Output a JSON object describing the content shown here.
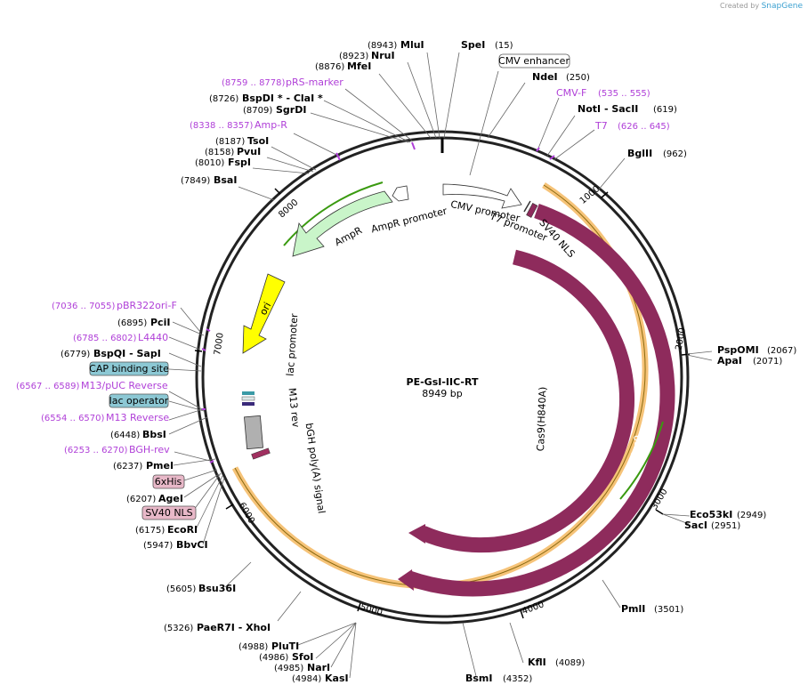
{
  "watermark": {
    "prefix": "Created by",
    "brand": "SnapGene"
  },
  "plasmid": {
    "name": "PE-GsI-IIC-RT",
    "length": "8949 bp"
  },
  "tick_labels": [
    "1000",
    "2000",
    "3000",
    "4000",
    "5000",
    "6000",
    "7000",
    "8000"
  ],
  "enzymes": [
    {
      "name": "MluI",
      "pos": "(8943)"
    },
    {
      "name": "SpeI",
      "pos": "(15)"
    },
    {
      "name": "NruI",
      "pos": "(8923)"
    },
    {
      "name": "MfeI",
      "pos": "(8876)"
    },
    {
      "name": "NdeI",
      "pos": "(250)"
    },
    {
      "name": "BspDI * - ClaI *",
      "pos": "(8726)"
    },
    {
      "name": "SgrDI",
      "pos": "(8709)"
    },
    {
      "name": "NotI - SacII",
      "pos": "(619)"
    },
    {
      "name": "TsoI",
      "pos": "(8187)"
    },
    {
      "name": "PvuI",
      "pos": "(8158)"
    },
    {
      "name": "FspI",
      "pos": "(8010)"
    },
    {
      "name": "BglII",
      "pos": "(962)"
    },
    {
      "name": "BsaI",
      "pos": "(7849)"
    },
    {
      "name": "PciI",
      "pos": "(6895)"
    },
    {
      "name": "BspQI - SapI",
      "pos": "(6779)"
    },
    {
      "name": "PspOMI",
      "pos": "(2067)"
    },
    {
      "name": "ApaI",
      "pos": "(2071)"
    },
    {
      "name": "BbsI",
      "pos": "(6448)"
    },
    {
      "name": "PmeI",
      "pos": "(6237)"
    },
    {
      "name": "AgeI",
      "pos": "(6207)"
    },
    {
      "name": "EcoRI",
      "pos": "(6175)"
    },
    {
      "name": "BbvCI",
      "pos": "(5947)"
    },
    {
      "name": "Eco53kI",
      "pos": "(2949)"
    },
    {
      "name": "SacI",
      "pos": "(2951)"
    },
    {
      "name": "Bsu36I",
      "pos": "(5605)"
    },
    {
      "name": "PmlI",
      "pos": "(3501)"
    },
    {
      "name": "PaeR7I - XhoI",
      "pos": "(5326)"
    },
    {
      "name": "PluTI",
      "pos": "(4988)"
    },
    {
      "name": "SfoI",
      "pos": "(4986)"
    },
    {
      "name": "NarI",
      "pos": "(4985)"
    },
    {
      "name": "KasI",
      "pos": "(4984)"
    },
    {
      "name": "KflI",
      "pos": "(4089)"
    },
    {
      "name": "BsmI",
      "pos": "(4352)"
    }
  ],
  "primers": [
    {
      "name": "pRS-marker",
      "range": "(8759 .. 8778)"
    },
    {
      "name": "Amp-R",
      "range": "(8338 .. 8357)"
    },
    {
      "name": "CMV-F",
      "range": "(535 .. 555)"
    },
    {
      "name": "T7",
      "range": "(626 .. 645)"
    },
    {
      "name": "pBR322ori-F",
      "range": "(7036 .. 7055)"
    },
    {
      "name": "L4440",
      "range": "(6785 .. 6802)"
    },
    {
      "name": "M13/pUC Reverse",
      "range": "(6567 .. 6589)"
    },
    {
      "name": "M13 Reverse",
      "range": "(6554 .. 6570)"
    },
    {
      "name": "BGH-rev",
      "range": "(6253 .. 6270)"
    }
  ],
  "boxed_features": [
    "CMV enhancer",
    "CAP binding site",
    "lac operator",
    "6xHis",
    "SV40 NLS"
  ],
  "features": [
    "CMV promoter",
    "T7 promoter",
    "SV40 NLS",
    "Cas9(H840A)",
    "Cas9",
    "AmpR",
    "AmpR promoter",
    "ori",
    "lac promoter",
    "M13 rev",
    "bGH poly(A) signal"
  ],
  "colors": {
    "backbone": "#222222",
    "cas9": "#8e2b5c",
    "orf_highlight": "#f5b860",
    "primer": "#b040d8",
    "ampr": "#c9f5c9",
    "ori": "#ffff00",
    "green_line": "#3a9a10",
    "box_blue": "#8cc8d4",
    "box_pink": "#e8b8c8"
  }
}
